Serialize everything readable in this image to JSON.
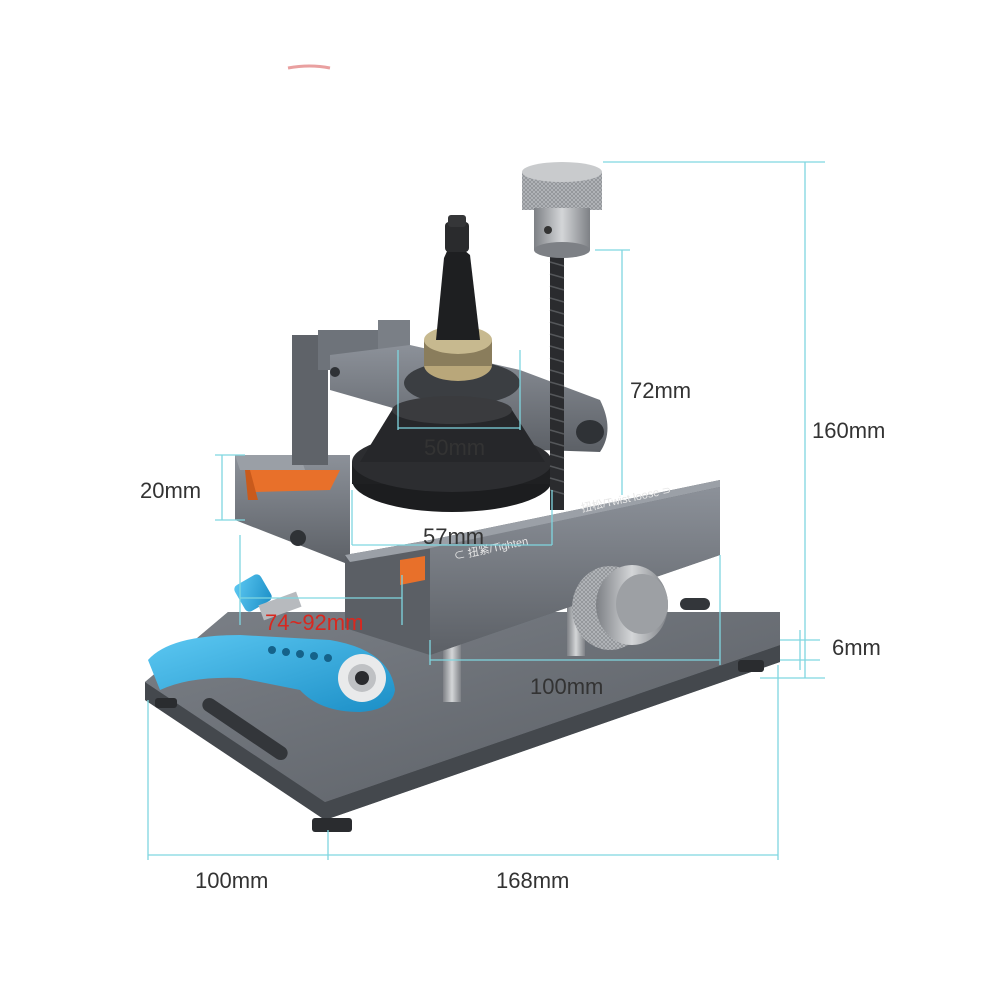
{
  "product_photo": {
    "description_icon": "mobile-frame-separator-clamp",
    "colors": {
      "body": "#6e737a",
      "body_dark": "#4b4f55",
      "body_light": "#8c9199",
      "lever": "#29a9e0",
      "rail": "#e8702a",
      "suction": "#1f2022",
      "knob": "#a9acb0",
      "dimension_line": "#7fd6e0",
      "label_red": "#d8281f"
    },
    "engraving_front": "⊂ 扭紧/Tighten",
    "engraving_back": "扭松/Twist loose ⊃"
  },
  "dimensions": {
    "height_total": "160mm",
    "screw_height": "72mm",
    "suction_top": "50mm",
    "rail_height": "20mm",
    "suction_base": "57mm",
    "clamp_range": "74~92mm",
    "base_thickness": "6mm",
    "clamp_width": "100mm",
    "base_depth": "100mm",
    "base_length": "168mm"
  }
}
